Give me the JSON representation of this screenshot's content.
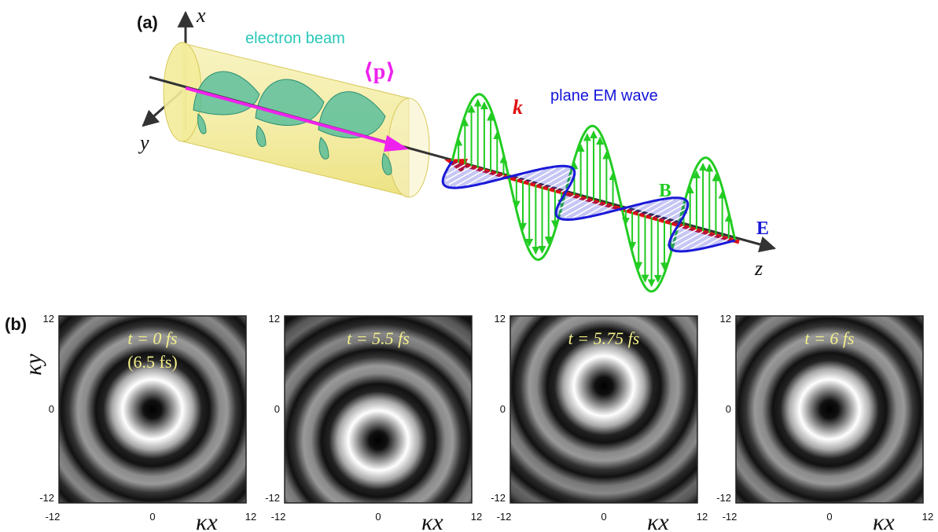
{
  "panel_a": {
    "label": "(a)",
    "axis_x": "x",
    "axis_y": "y",
    "axis_z": "z",
    "electron_beam_label": "electron beam",
    "momentum_label": "⟨p⟩",
    "wave_label": "plane EM wave",
    "k_label": "k",
    "b_label": "B",
    "e_label": "E",
    "colors": {
      "beam_text": "#27c7b8",
      "momentum": "#ee22ee",
      "wave_text": "#1414d8",
      "k": "#e01010",
      "b_field": "#22cc22",
      "e_field": "#1a1ad8",
      "cylinder": "#f3ec9a"
    }
  },
  "panel_b": {
    "label": "(b)",
    "ylabel": "κy",
    "xlabel": "κx",
    "xticks": [
      "-12",
      "0",
      "12"
    ],
    "yticks": [
      "12",
      "0",
      "-12"
    ],
    "frames": [
      {
        "time_label": "t = 0 fs",
        "sub_label": "(6.5 fs)",
        "ring_offset_y": 0
      },
      {
        "time_label": "t = 5.5 fs",
        "sub_label": "",
        "ring_offset_y": -4
      },
      {
        "time_label": "t = 5.75 fs",
        "sub_label": "",
        "ring_offset_y": 3
      },
      {
        "time_label": "t = 6 fs",
        "sub_label": "",
        "ring_offset_y": 0
      }
    ]
  }
}
